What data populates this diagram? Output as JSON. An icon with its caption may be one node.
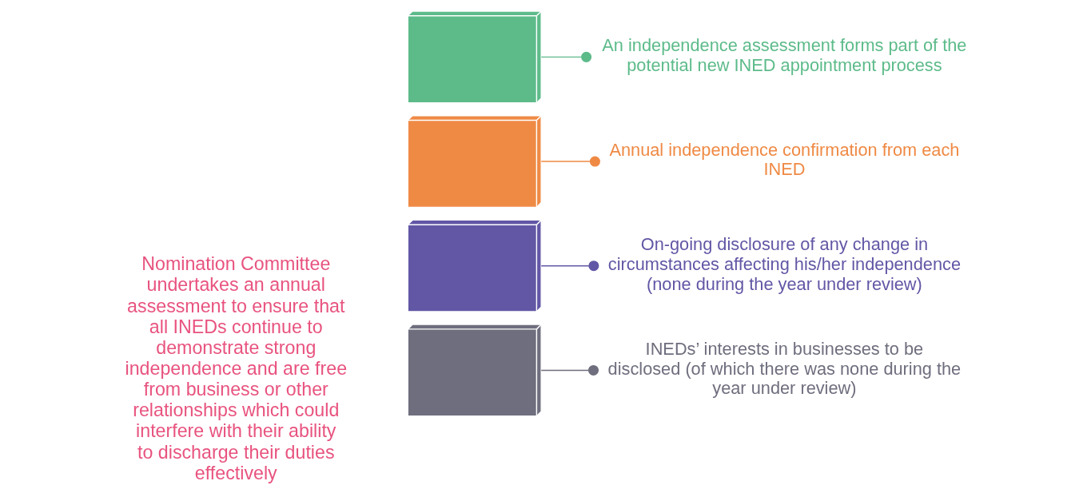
{
  "diagram": {
    "nodes": [
      {
        "text": [],
        "shape": "box"
      },
      {
        "text": [],
        "shape": "box"
      },
      {
        "text": [],
        "shape": "box"
      },
      {
        "text": [],
        "shape": "box"
      },
      {
        "text": [
          "An independence assessment forms part of the potential new INED appointment process"
        ]
      },
      {
        "text": [
          "Annual independence confirmation from each INED"
        ]
      },
      {
        "text": [
          "On-going disclosure of any change in circumstances affecting his/her independence (none during the year under review)"
        ]
      },
      {
        "text": [
          "INEDs’ interests in businesses to be disclosed (of which there was none during the year under review)"
        ]
      }
    ],
    "edges": [
      {
        "from": 4,
        "to": 0,
        "arrow": "other",
        "color": "#5dbb8a"
      },
      {
        "from": 5,
        "to": 1,
        "arrow": "other",
        "color": "#ef8a45"
      },
      {
        "from": 6,
        "to": 2,
        "arrow": "other",
        "color": "#6157a5"
      },
      {
        "from": 7,
        "to": 3,
        "arrow": "other",
        "color": "#6e6e7e"
      }
    ],
    "labels": [
      "Nomination Committee undertakes an annual assessment to ensure that all INEDs continue to demonstrate strong independence and are free from business or other relationships which could interfere with their ability to discharge their duties effectively"
    ]
  }
}
